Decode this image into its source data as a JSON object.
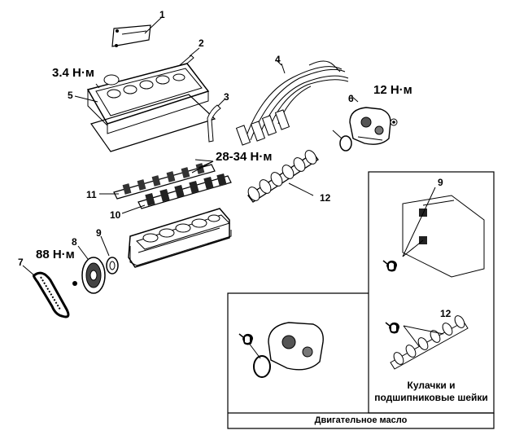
{
  "callouts": {
    "c1": "1",
    "c2": "2",
    "c3": "3",
    "c4": "4",
    "c5": "5",
    "c6": "6",
    "c7": "7",
    "c8": "8",
    "c9": "9",
    "c10": "10",
    "c11": "11",
    "c12": "12",
    "inset_9": "9",
    "inset_12": "12"
  },
  "torques": {
    "valve_cover": "3.4 Н·м",
    "distributor": "12 Н·м",
    "rocker_shafts": "28-34 Н·м",
    "camshaft_sprocket": "88 Н·м"
  },
  "insets": {
    "cam_lobes_label_line1": "Кулачки и",
    "cam_lobes_label_line2": "подшипниковые шейки",
    "engine_oil_caption": "Двигательное масло"
  },
  "icons": {
    "oil_can": "oil-can-icon"
  }
}
